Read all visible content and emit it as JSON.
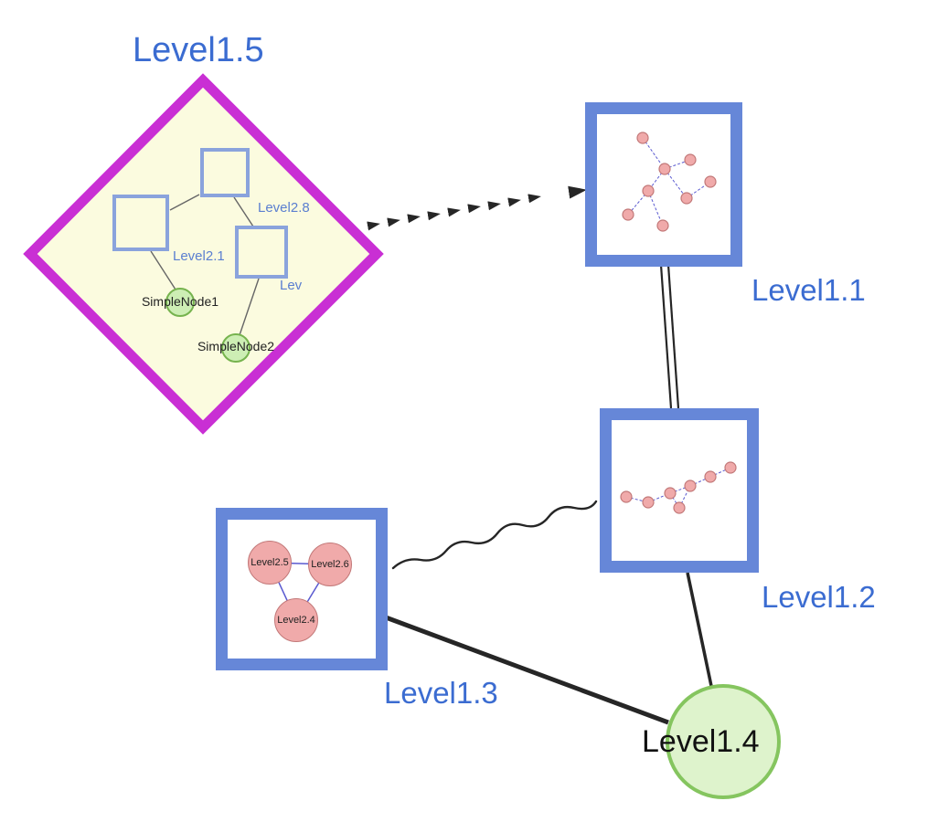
{
  "colors": {
    "label_blue": "#3b6cd1",
    "inner_label_blue": "#5b7fd0",
    "node_border_blue": "#6687d8",
    "inner_square_border": "#8aa3dc",
    "diamond_border": "#c92fd4",
    "diamond_fill": "#fbfbdf",
    "green_fill": "#def3cc",
    "green_border": "#85c55f",
    "simple_fill": "#cdeeb4",
    "simple_border": "#76b34e",
    "pink_fill": "#f0aaaa",
    "pink_border": "#c27878",
    "mini_edge_blue": "#5a5ad0",
    "edge_black": "#262626",
    "thin_edge_gray": "#666666"
  },
  "nodes": {
    "level1_5": {
      "label": "Level1.5"
    },
    "level1_1": {
      "label": "Level1.1"
    },
    "level1_2": {
      "label": "Level1.2"
    },
    "level1_3": {
      "label": "Level1.3"
    },
    "level1_4": {
      "label": "Level1.4"
    },
    "level2_8": {
      "label": "Level2.8"
    },
    "level2_1": {
      "label": "Level2.1"
    },
    "level2_lev": {
      "label": "Lev"
    },
    "simple1": {
      "label": "SimpleNode1"
    },
    "simple2": {
      "label": "SimpleNode2"
    },
    "level2_5": {
      "label": "Level2.5"
    },
    "level2_6": {
      "label": "Level2.6"
    },
    "level2_4": {
      "label": "Level2.4"
    }
  }
}
